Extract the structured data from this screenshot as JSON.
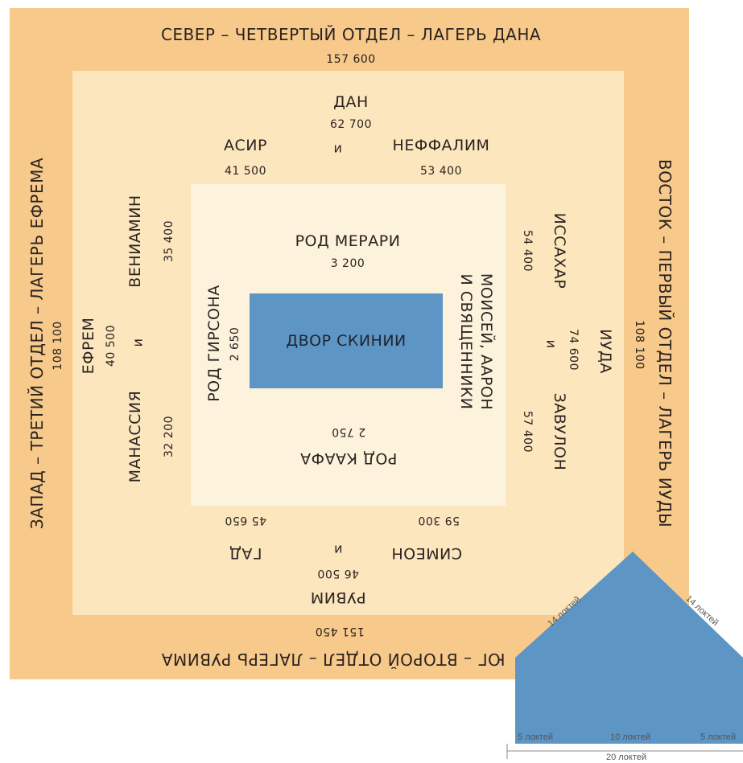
{
  "colors": {
    "outer": "#f7c98a",
    "middle": "#fbe6be",
    "inner": "#fdf3dc",
    "court": "#5d95c4"
  },
  "north": {
    "title": "СЕВЕР – ЧЕТВЕРТЫЙ ОТДЕЛ – ЛАГЕРЬ ДАНА",
    "total": "157 600",
    "lead": "ДАН",
    "lead_count": "62 700",
    "left": "АСИР",
    "left_count": "41 500",
    "conj": "и",
    "right": "НЕФФАЛИМ",
    "right_count": "53 400"
  },
  "east": {
    "title": "ВОСТОК – ПЕРВЫЙ ОТДЕЛ – ЛАГЕРЬ ИУДЫ",
    "total": "108 100",
    "lead": "ИУДА",
    "lead_count": "74 600",
    "top": "ИССАХАР",
    "top_count": "54 400",
    "conj": "и",
    "bottom": "ЗАВУЛОН",
    "bottom_count": "57 400"
  },
  "south": {
    "title": "ЮГ – ВТОРОЙ ОТДЕЛ – ЛАГЕРЬ РУВИМА",
    "total": "151 450",
    "lead": "РУВИМ",
    "lead_count": "46 500",
    "left": "СИМЕОН",
    "left_count": "59 300",
    "conj": "и",
    "right": "ГАД",
    "right_count": "45 650"
  },
  "west": {
    "title": "ЗАПАД – ТРЕТИЙ ОТДЕЛ – ЛАГЕРЬ ЕФРЕМА",
    "total": "108 100",
    "lead": "ЕФРЕМ",
    "lead_count": "40 500",
    "top": "ВЕНИАМИН",
    "top_count": "35 400",
    "conj": "и",
    "bottom": "МАНАССИЯ",
    "bottom_count": "32 200"
  },
  "levites": {
    "merari": "РОД МЕРАРИ",
    "merari_count": "3 200",
    "gershon": "РОД ГИРСОНА",
    "gershon_count": "2 650",
    "kohath": "РОД КААФА",
    "kohath_count": "2 750",
    "moses": "МОИСЕЙ, ААРОН",
    "moses2": "И СВЯЩЕННИКИ"
  },
  "court": "ДВОР СКИНИИ",
  "scale": {
    "side_left": "14 локтей",
    "side_right": "14 локтей",
    "seg1": "5 локтей",
    "seg2": "10 локтей",
    "seg3": "5 локтей",
    "total": "20 локтей"
  }
}
